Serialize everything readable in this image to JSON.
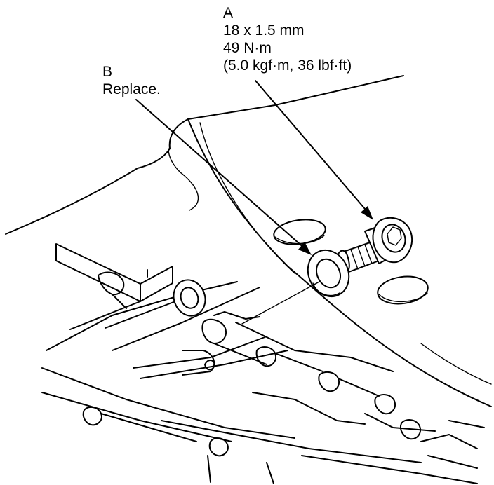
{
  "callouts": {
    "a": {
      "letter": "A",
      "size": "18 x 1.5 mm",
      "torque_nm": "49 N·m",
      "torque_alt": "(5.0 kgf·m, 36 lbf·ft)"
    },
    "b": {
      "letter": "B",
      "note": "Replace."
    }
  },
  "colors": {
    "ink": "#000000",
    "paper": "#ffffff"
  }
}
